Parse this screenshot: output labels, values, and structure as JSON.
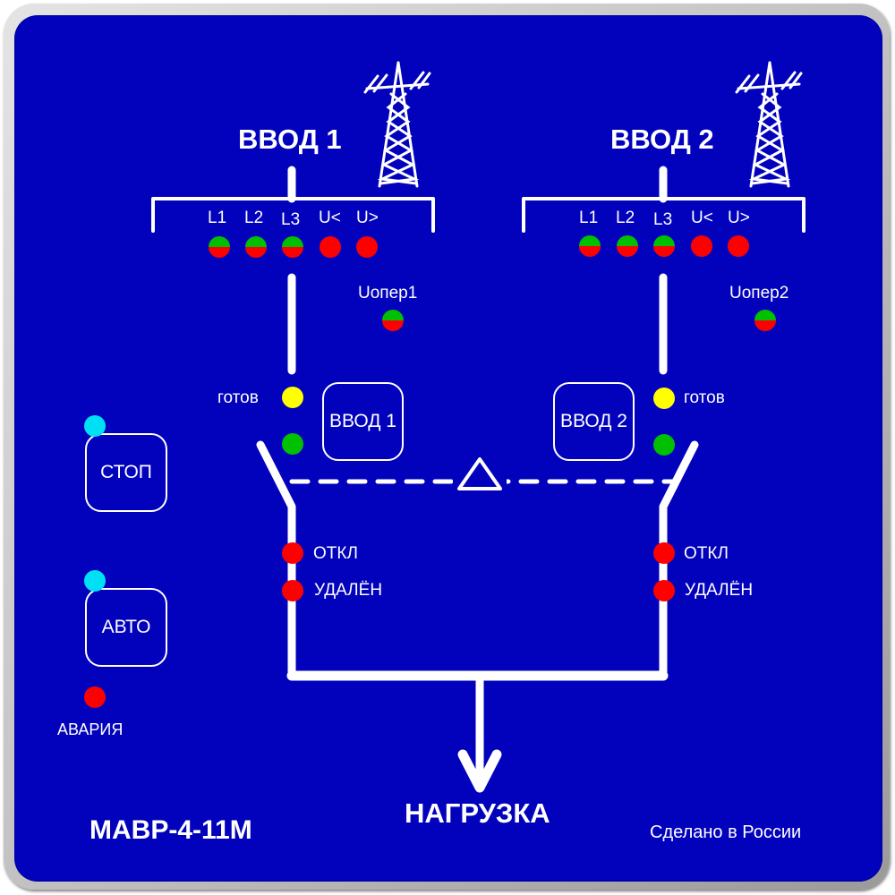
{
  "device": {
    "model": "МАВР-4-11М",
    "made_in": "Сделано в России",
    "load_label": "НАГРУЗКА"
  },
  "inputs": [
    {
      "title": "ВВОД 1",
      "phases": [
        "L1",
        "L2",
        "L3",
        "U<",
        "U>"
      ],
      "phase_led_states": [
        "green-red",
        "green-red",
        "green-red",
        "red",
        "red"
      ],
      "uoper_label": "Uопер1",
      "uoper_led_state": "green-red",
      "ready_label": "готов",
      "ready_led_state": "yellow",
      "closed_led_state": "green",
      "button_label": "ВВОД 1",
      "off_label": "ОТКЛ",
      "off_led_state": "red",
      "remote_label": "УДАЛЁН",
      "remote_led_state": "red"
    },
    {
      "title": "ВВОД 2",
      "phases": [
        "L1",
        "L2",
        "L3",
        "U<",
        "U>"
      ],
      "phase_led_states": [
        "green-red",
        "green-red",
        "green-red",
        "red",
        "red"
      ],
      "uoper_label": "Uопер2",
      "uoper_led_state": "green-red",
      "ready_label": "готов",
      "ready_led_state": "yellow",
      "closed_led_state": "green",
      "button_label": "ВВОД 2",
      "off_label": "ОТКЛ",
      "off_led_state": "red",
      "remote_label": "УДАЛЁН",
      "remote_led_state": "red"
    }
  ],
  "controls": {
    "stop_label": "СТОП",
    "stop_led_state": "cyan",
    "auto_label": "АВТО",
    "auto_led_state": "cyan",
    "alarm_label": "АВАРИЯ",
    "alarm_led_state": "red"
  },
  "icons": {
    "tower": "power-tower-icon",
    "interlock": "triangle-interlock-icon",
    "load_arrow": "arrow-down-icon"
  },
  "colors": {
    "panel": "#0202bd",
    "led_green": "#00c000",
    "led_red": "#ff0000",
    "led_yellow": "#ffff00",
    "led_cyan": "#00e0f5"
  }
}
